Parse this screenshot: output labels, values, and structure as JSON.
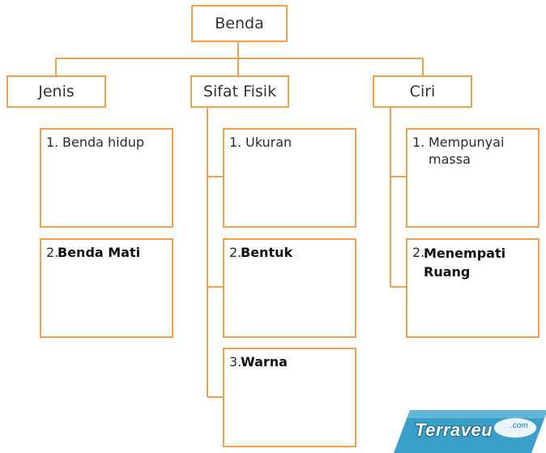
{
  "root": {
    "label": "Benda"
  },
  "columns": [
    {
      "header": "Jenis",
      "items": [
        {
          "num": "1.",
          "text": "Benda hidup"
        },
        {
          "num": "2.",
          "text": "Benda Mati"
        }
      ]
    },
    {
      "header": "Sifat Fisik",
      "items": [
        {
          "num": "1.",
          "text": "Ukuran"
        },
        {
          "num": "2.",
          "text": "Bentuk"
        },
        {
          "num": "3.",
          "text": "Warna"
        }
      ]
    },
    {
      "header": "Ciri",
      "items": [
        {
          "num": "1.",
          "text": "Mempunyai massa"
        },
        {
          "num": "2.",
          "text": "Menempati Ruang"
        }
      ]
    }
  ],
  "watermark": {
    "brand": "Terraveu",
    "suffix": ".com"
  },
  "colors": {
    "border": "#f0a04b",
    "connector": "#f0a04b",
    "logo_bg": "#3aa0c9"
  }
}
